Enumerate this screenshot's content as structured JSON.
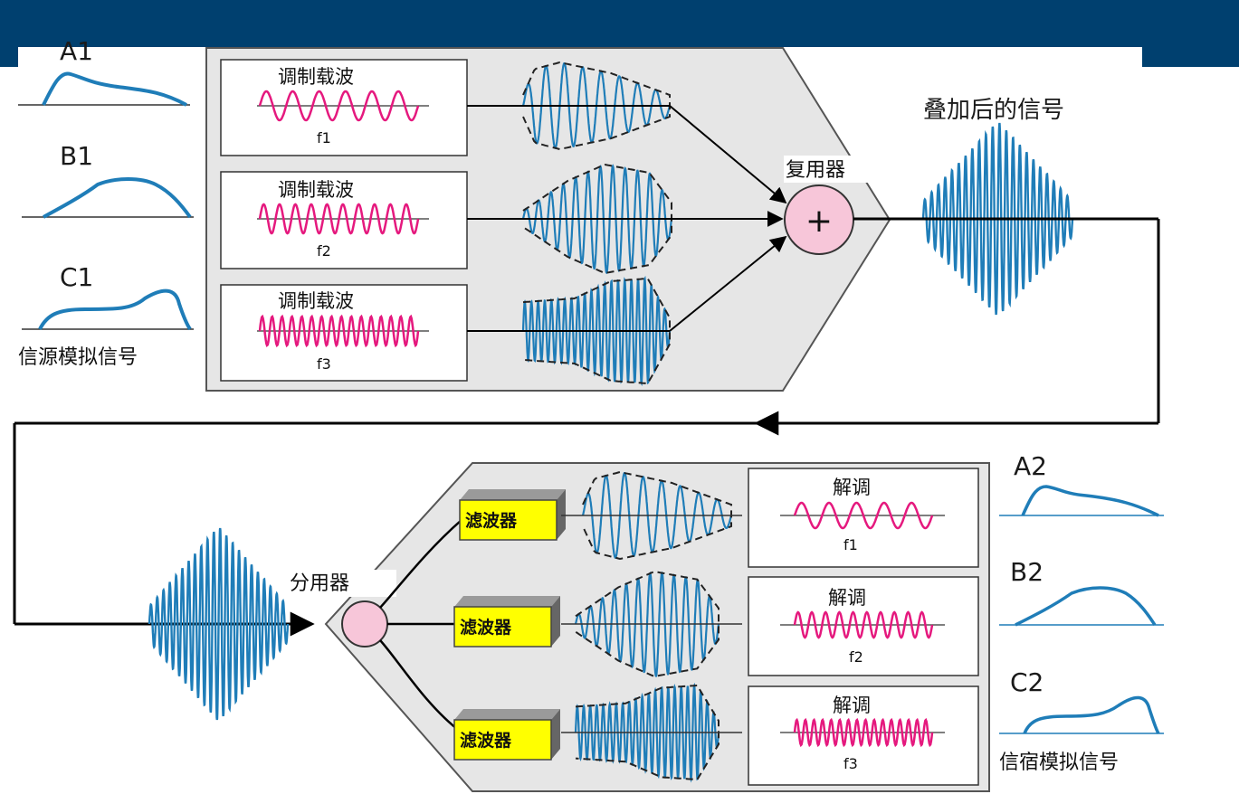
{
  "colors": {
    "header_bar": "#00406f",
    "signal_blue": "#1f7db8",
    "carrier_pink": "#e5197e",
    "panel_gray": "#e6e6e6",
    "filter_yellow": "#ffff00",
    "mux_circle": "#f7c6d9"
  },
  "sources": {
    "label_a": "A1",
    "label_b": "B1",
    "label_c": "C1",
    "caption": "信源模拟信号"
  },
  "sinks": {
    "label_a": "A2",
    "label_b": "B2",
    "label_c": "C2",
    "caption": "信宿模拟信号"
  },
  "modulators": [
    {
      "title": "调制载波",
      "freq": "f1"
    },
    {
      "title": "调制载波",
      "freq": "f2"
    },
    {
      "title": "调制载波",
      "freq": "f3"
    }
  ],
  "multiplexer": {
    "label": "复用器",
    "symbol": "+"
  },
  "combined_label": "叠加后的信号",
  "demultiplexer": {
    "label": "分用器"
  },
  "filters": [
    {
      "label": "滤波器"
    },
    {
      "label": "滤波器"
    },
    {
      "label": "滤波器"
    }
  ],
  "demodulators": [
    {
      "title": "解调",
      "freq": "f1"
    },
    {
      "title": "解调",
      "freq": "f2"
    },
    {
      "title": "解调",
      "freq": "f3"
    }
  ]
}
